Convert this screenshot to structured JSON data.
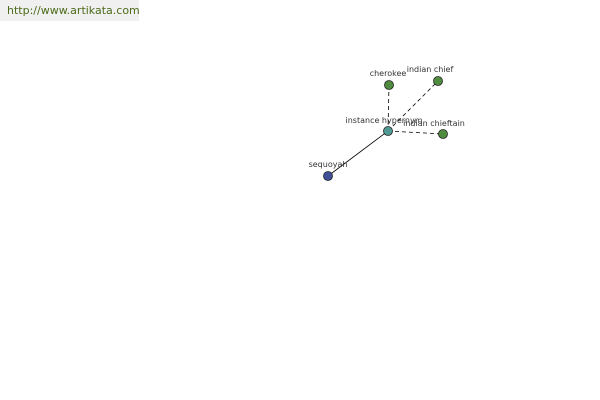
{
  "header": {
    "url": "http://www.artikata.com"
  },
  "graph": {
    "colors": {
      "center": "#4f9a94",
      "related": "#4f8c3f",
      "other": "#3f4f9a",
      "edge": "#000000"
    },
    "nodes": [
      {
        "id": "center",
        "label": "instance hypernym",
        "kind": "center"
      },
      {
        "id": "cherokee",
        "label": "cherokee",
        "kind": "related"
      },
      {
        "id": "indian_chief",
        "label": "indian chief",
        "kind": "related"
      },
      {
        "id": "indian_chieftain",
        "label": "indian chieftain",
        "kind": "related"
      },
      {
        "id": "sequoyah",
        "label": "sequoyah",
        "kind": "other"
      }
    ],
    "edges": [
      {
        "from": "center",
        "to": "cherokee",
        "style": "dashed"
      },
      {
        "from": "center",
        "to": "indian_chief",
        "style": "dashed"
      },
      {
        "from": "center",
        "to": "indian_chieftain",
        "style": "dashed"
      },
      {
        "from": "center",
        "to": "sequoyah",
        "style": "solid"
      }
    ]
  }
}
